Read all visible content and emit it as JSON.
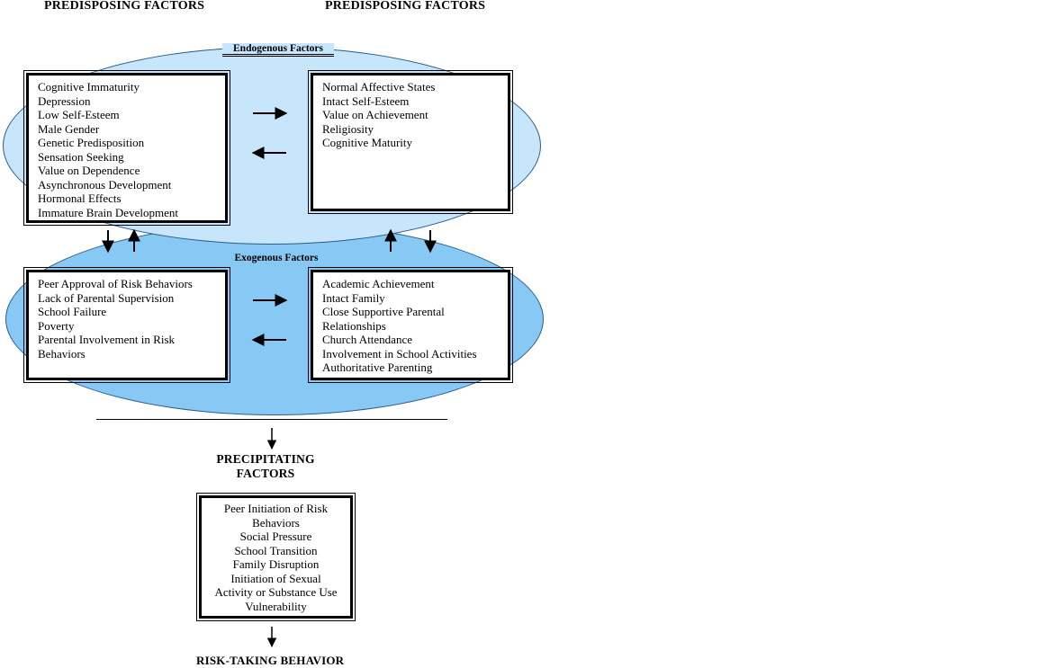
{
  "headings": {
    "left": "PREDISPOSING FACTORS",
    "right": "PREDISPOSING FACTORS",
    "precipitating": "PRECIPITATING\nFACTORS",
    "outcome": "RISK-TAKING BEHAVIOR"
  },
  "endogenous": {
    "label": "Endogenous  Factors",
    "risk": [
      "Cognitive Immaturity",
      "Depression",
      "Low Self-Esteem",
      "Male Gender",
      "Genetic Predisposition",
      "Sensation Seeking",
      "Value on Dependence",
      "Asynchronous Development",
      "Hormonal Effects",
      "Immature Brain Development"
    ],
    "protective": [
      "Normal Affective States",
      "Intact Self-Esteem",
      "Value on Achievement",
      "Religiosity",
      "Cognitive Maturity"
    ]
  },
  "exogenous": {
    "label": "Exogenous Factors",
    "risk": [
      "Peer Approval of Risk Behaviors",
      "Lack of Parental Supervision",
      "School Failure",
      "Poverty",
      "Parental Involvement in Risk",
      "Behaviors"
    ],
    "protective": [
      "Academic Achievement",
      "Intact Family",
      "Close Supportive Parental",
      "Relationships",
      "Church Attendance",
      "Involvement in School Activities",
      "Authoritative Parenting"
    ]
  },
  "precipitating": {
    "items": [
      "Peer Initiation of Risk",
      "Behaviors",
      "Social Pressure",
      "School Transition",
      "Family Disruption",
      "Initiation of Sexual",
      "Activity or Substance Use",
      "Vulnerability"
    ]
  },
  "colors": {
    "endogenous_fill": "#c7e6fb",
    "exogenous_fill": "#88c8f4",
    "outline": "#2a5d8a"
  }
}
